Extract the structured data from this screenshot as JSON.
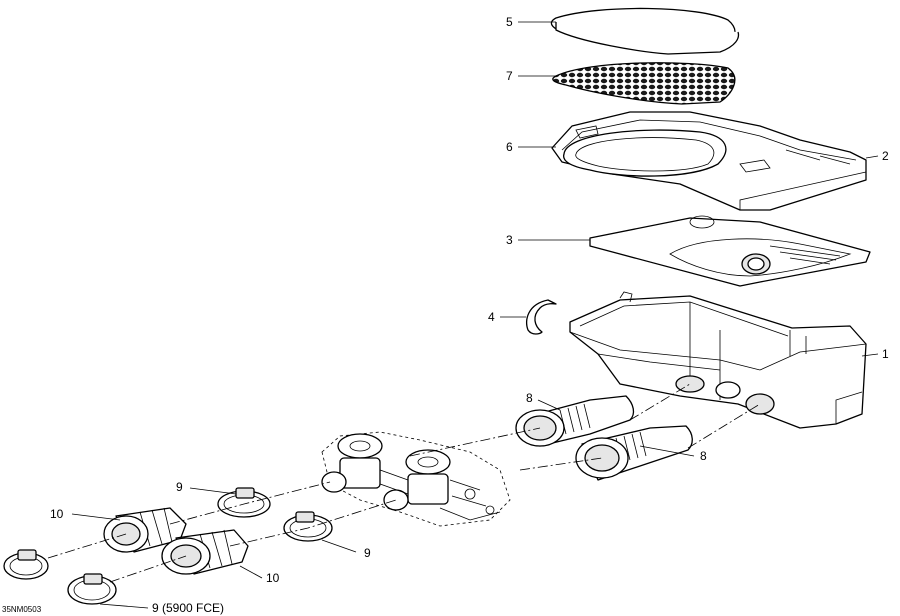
{
  "diagram": {
    "reference_code": "35NM0503",
    "callouts": {
      "c5": "5",
      "c7": "7",
      "c6": "6",
      "c2": "2",
      "c3": "3",
      "c4": "4",
      "c1": "1",
      "c8a": "8",
      "c8b": "8",
      "c9a": "9",
      "c9b": "9",
      "c9c": "9 (5900 FCE)",
      "c10a": "10",
      "c10b": "10"
    }
  }
}
